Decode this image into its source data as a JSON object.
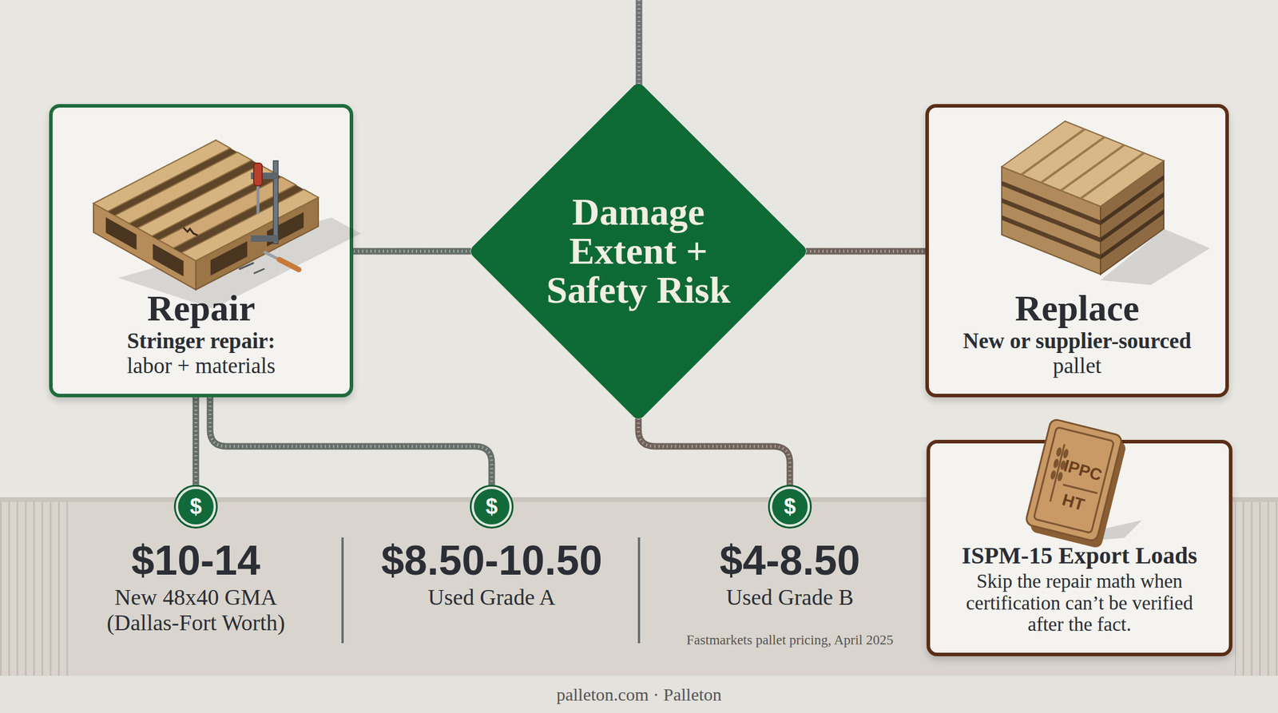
{
  "diagram": {
    "caption": "palleton.com · Palleton",
    "nodes": [
      {
        "text": [
          "Repair",
          "Stringer repair:",
          "labor + materials"
        ]
      },
      {
        "text": [
          "Damage Extent + Safety Risk"
        ]
      },
      {
        "text": [
          "Replace",
          "New or supplier-sourced",
          "pallet"
        ]
      },
      {
        "text": [
          "$"
        ]
      },
      {
        "text": [
          "$"
        ]
      },
      {
        "text": [
          "$"
        ]
      },
      {
        "text": [
          "ISPM-15 Export Loads",
          "Skip the repair math when certification can’t be verified after the fact."
        ]
      }
    ],
    "edges": [
      {
        "from": 1,
        "to": 0,
        "arrow": "none"
      },
      {
        "from": 1,
        "to": 2,
        "arrow": "none"
      },
      {
        "from": 0,
        "to": 3,
        "arrow": "none"
      },
      {
        "from": 0,
        "to": 4,
        "arrow": "none"
      },
      {
        "from": 1,
        "to": 5,
        "arrow": "none"
      }
    ],
    "labels": [
      "$10-14",
      "New 48x40 GMA (Dallas-Fort Worth)",
      "$8.50-10.50",
      "Used Grade A",
      "$4-8.50",
      "Used Grade B",
      "Fastmarkets pallet pricing, April 2025",
      "IPPC",
      "HT"
    ]
  }
}
